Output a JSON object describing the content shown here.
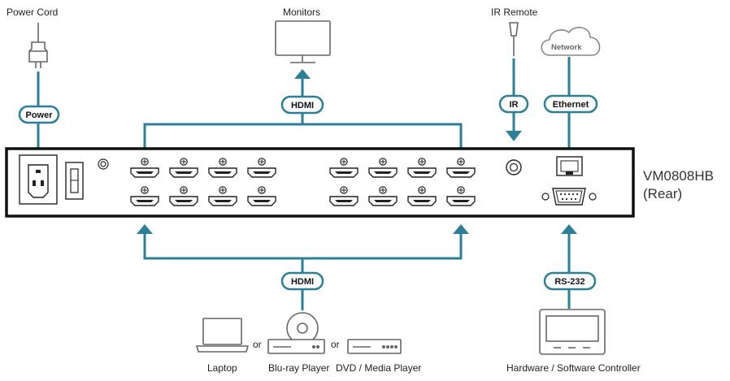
{
  "labels": {
    "power_cord": "Power Cord",
    "monitors": "Monitors",
    "ir_remote": "IR Remote",
    "network": "Network",
    "model": "VM0808HB",
    "model_sub": "(Rear)",
    "laptop": "Laptop",
    "or_1": "or",
    "bluray": "Blu-ray Player",
    "or_2": "or",
    "dvd": "DVD / Media Player",
    "controller": "Hardware / Software Controller"
  },
  "pills": {
    "power": "Power",
    "hdmi_out": "HDMI",
    "ir": "IR",
    "ethernet": "Ethernet",
    "hdmi_in": "HDMI",
    "rs232": "RS-232"
  },
  "colors": {
    "connector": "#2b7f97",
    "panel_border": "#111111",
    "device_line": "#666666"
  },
  "icons": [
    "power-plug-icon",
    "monitor-icon",
    "ir-remote-icon",
    "network-cloud-icon",
    "laptop-icon",
    "bluray-disc-icon",
    "dvd-player-icon",
    "controller-screen-icon"
  ]
}
